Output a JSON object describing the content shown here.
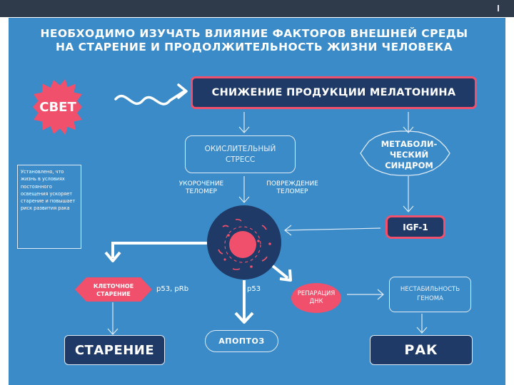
{
  "slide": {
    "title_line1": "НЕОБХОДИМО ИЗУЧАТЬ ВЛИЯНИЕ ФАКТОРОВ ВНЕШНЕЙ СРЕДЫ",
    "title_line2": "НА СТАРЕНИЕ И ПРОДОЛЖИТЕЛЬНОСТЬ ЖИЗНИ ЧЕЛОВЕКА"
  },
  "nodes": {
    "light": "СВЕТ",
    "melatonin": "СНИЖЕНИЕ ПРОДУКЦИИ МЕЛАТОНИНА",
    "oxidative_line1": "ОКИСЛИТЕЛЬНЫЙ",
    "oxidative_line2": "СТРЕСС",
    "metabolic_line1": "МЕТАБОЛИ-",
    "metabolic_line2": "ЧЕСКИЙ",
    "metabolic_line3": "СИНДРОМ",
    "telomere_short_line1": "УКОРОЧЕНИЕ",
    "telomere_short_line2": "ТЕЛОМЕР",
    "telomere_damage_line1": "ПОВРЕЖДЕНИЕ",
    "telomere_damage_line2": "ТЕЛОМЕР",
    "igf": "IGF-1",
    "cell_aging_line1": "КЛЕТОЧНОЕ",
    "cell_aging_line2": "СТАРЕНИЕ",
    "p53_prb": "p53, pRb",
    "p53": "p53",
    "dna_repair_line1": "РЕПАРАЦИЯ",
    "dna_repair_line2": "ДНК",
    "instability_line1": "НЕСТАБИЛЬНОСТЬ",
    "instability_line2": "ГЕНОМА",
    "aging": "СТАРЕНИЕ",
    "apoptosis": "АПОПТОЗ",
    "cancer": "РАК"
  },
  "note": {
    "text": "Установлено, что жизнь в условиях постоянного освещения ускоряет старение и повышает риск развития рака"
  },
  "colors": {
    "background": "#3a8bc8",
    "navy": "#1f3a66",
    "accent": "#f0506b",
    "text": "#ffffff"
  }
}
